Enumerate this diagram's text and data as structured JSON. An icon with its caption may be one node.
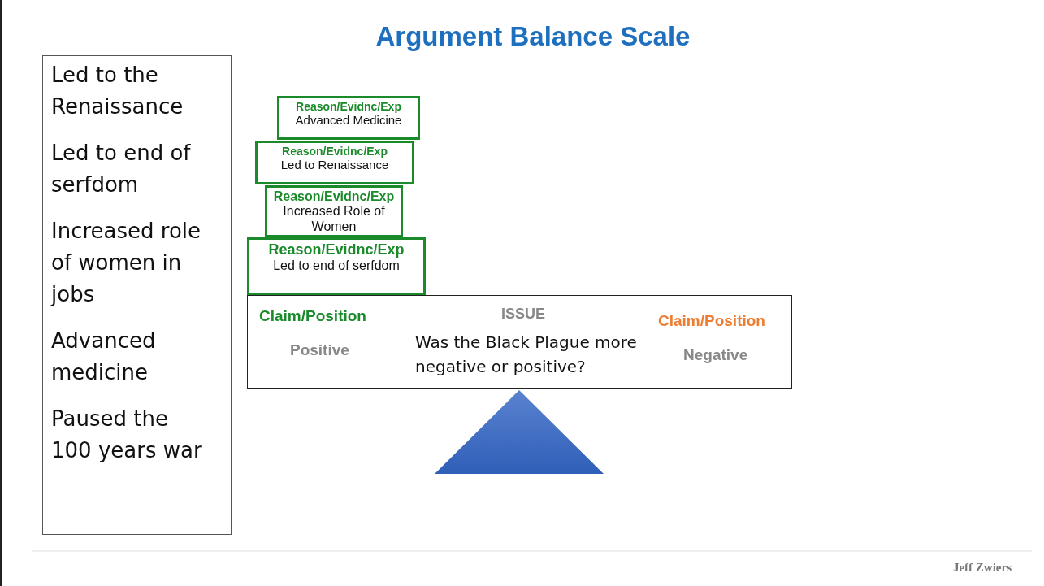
{
  "diagram": {
    "title": "Argument Balance Scale",
    "nodes": [
      {
        "text": [
          "Led to the Renaissance",
          "Led to end of serfdom",
          "Increased role of women in jobs",
          "Advanced medicine",
          "Paused the 100 years war"
        ]
      },
      {
        "text": [
          "Reason/Evidnc/Exp",
          "Advanced Medicine"
        ]
      },
      {
        "text": [
          "Reason/Evidnc/Exp",
          "Led to Renaissance"
        ]
      },
      {
        "text": [
          "Reason/Evidnc/Exp",
          "Increased Role of Women"
        ]
      },
      {
        "text": [
          "Reason/Evidnc/Exp",
          "Led to end of serfdom"
        ]
      },
      {
        "text": [
          "Claim/Position",
          "Positive",
          "ISSUE",
          "Was the Black Plague more negative or positive?",
          "Claim/Position",
          "Negative"
        ]
      },
      {
        "text": [],
        "shape": "triangle"
      }
    ],
    "edges": [],
    "labels": [
      "Jeff Zwiers"
    ]
  }
}
